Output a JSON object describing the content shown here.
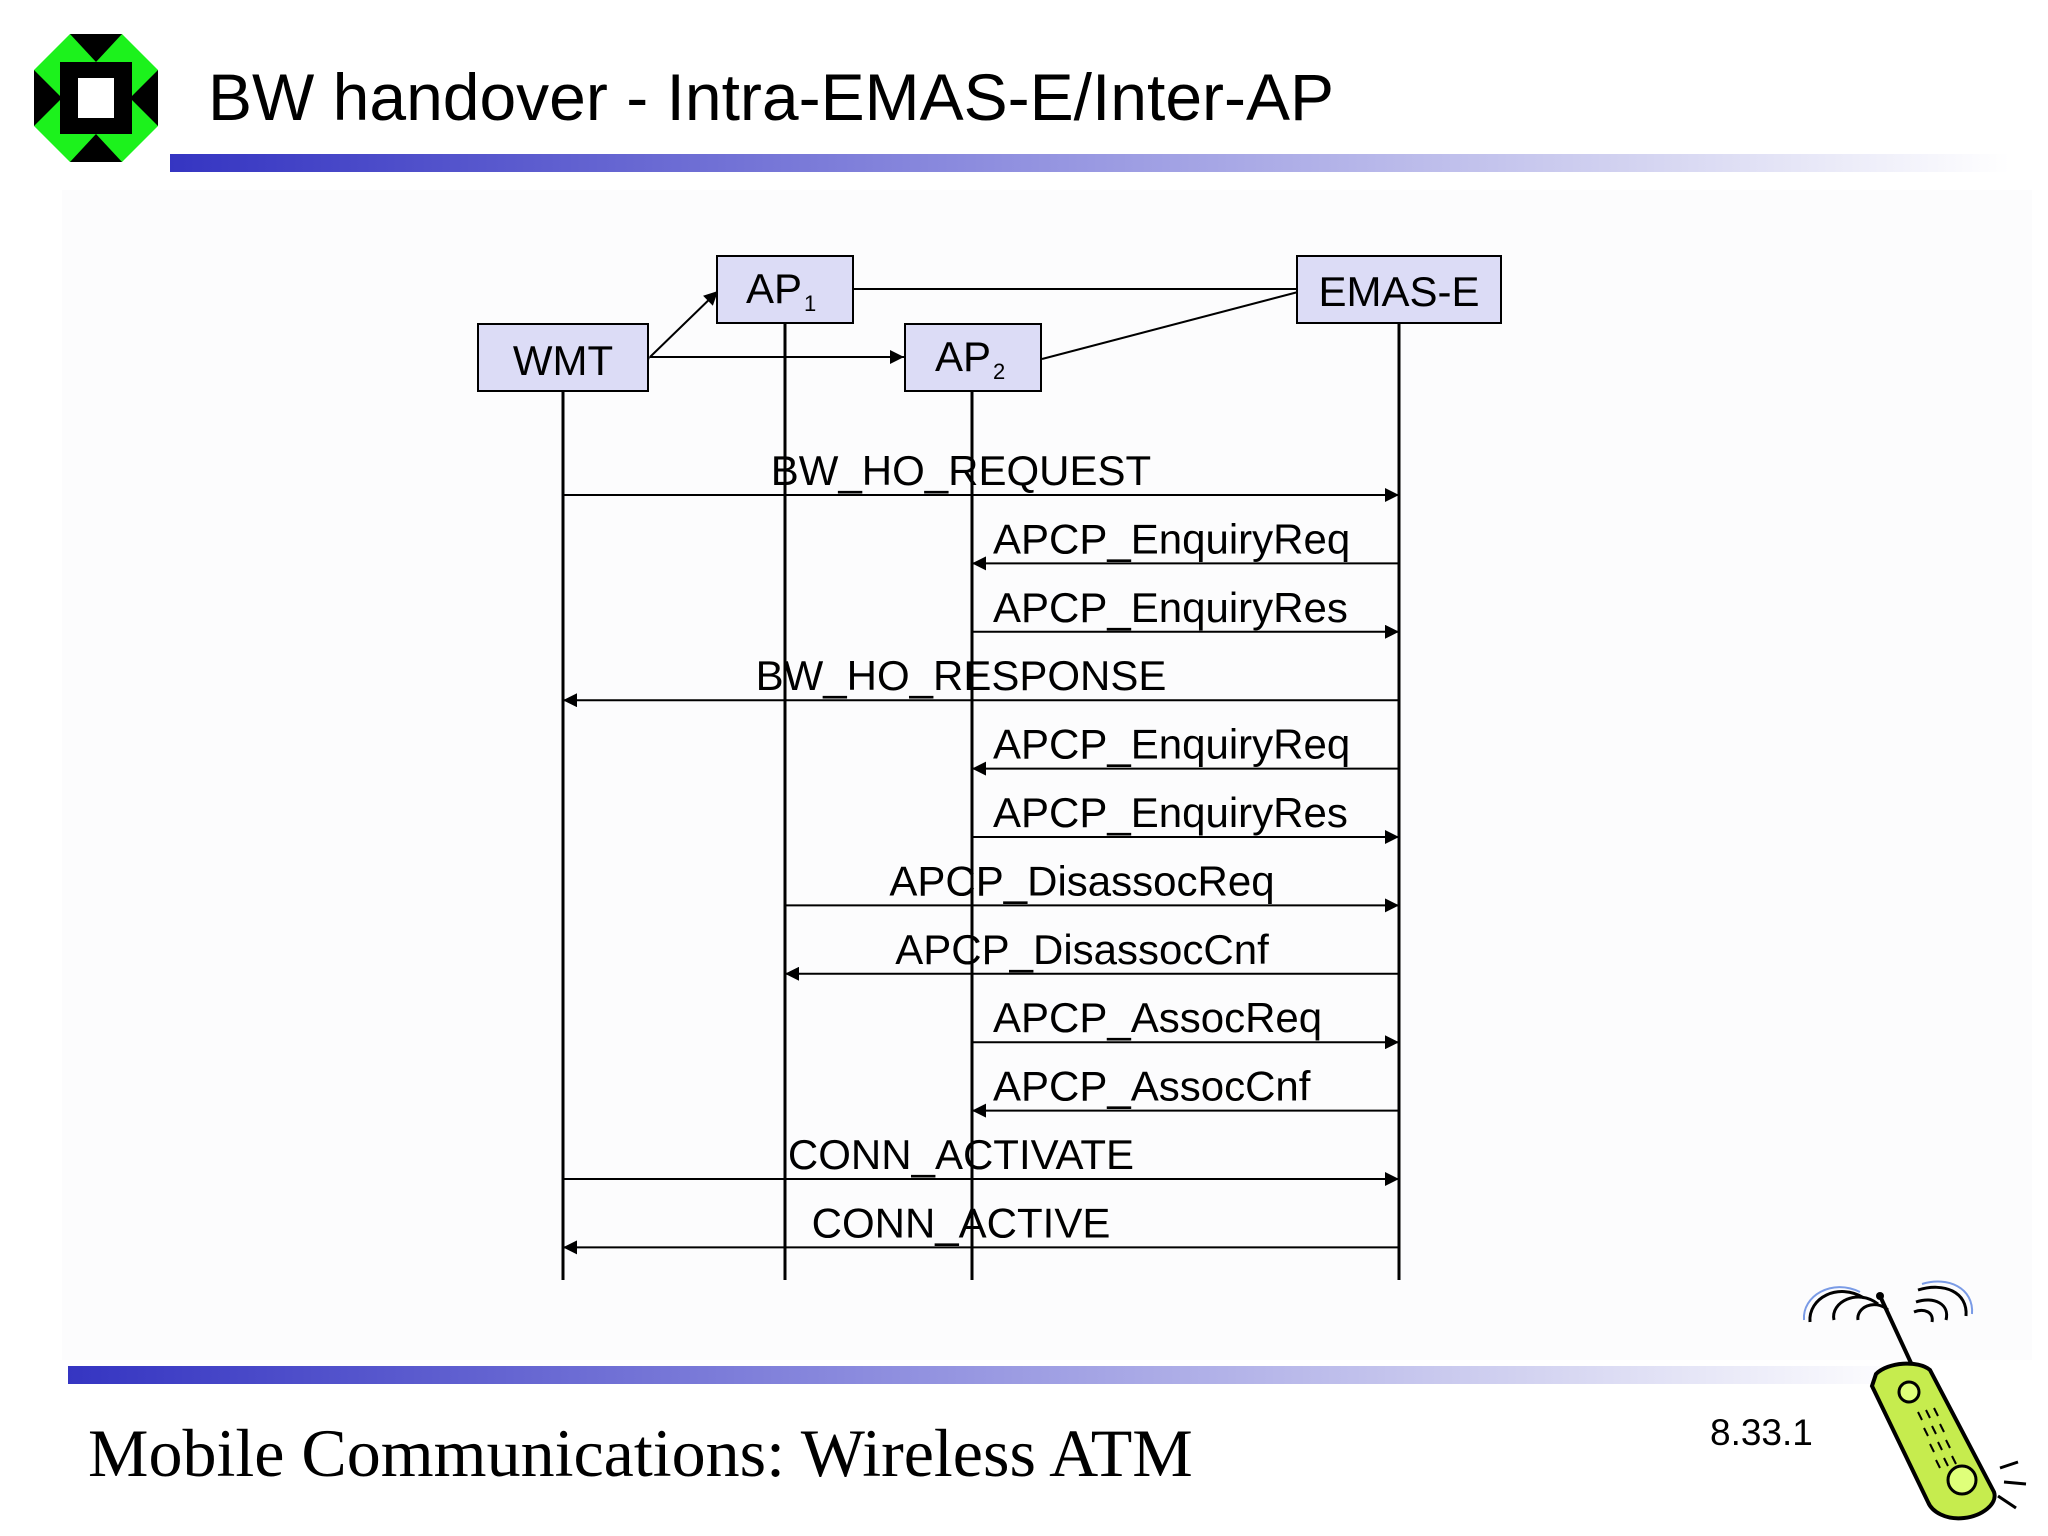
{
  "slide": {
    "title": "BW handover - Intra-EMAS-E/Inter-AP",
    "footer": "Mobile Communications: Wireless ATM",
    "number": "8.33.1"
  },
  "entities": {
    "wmt": "WMT",
    "ap1": "AP",
    "ap1_sub": "1",
    "ap2": "AP",
    "ap2_sub": "2",
    "emas": "EMAS-E"
  },
  "messages": [
    {
      "label": "BW_HO_REQUEST",
      "from": "WMT",
      "to": "EMAS-E"
    },
    {
      "label": "APCP_EnquiryReq",
      "from": "EMAS-E",
      "to": "AP2"
    },
    {
      "label": "APCP_EnquiryRes",
      "from": "AP2",
      "to": "EMAS-E"
    },
    {
      "label": "BW_HO_RESPONSE",
      "from": "EMAS-E",
      "to": "WMT"
    },
    {
      "label": "APCP_EnquiryReq",
      "from": "EMAS-E",
      "to": "AP2"
    },
    {
      "label": "APCP_EnquiryRes",
      "from": "AP2",
      "to": "EMAS-E"
    },
    {
      "label": "APCP_DisassocReq",
      "from": "AP1",
      "to": "EMAS-E"
    },
    {
      "label": "APCP_DisassocCnf",
      "from": "EMAS-E",
      "to": "AP1"
    },
    {
      "label": "APCP_AssocReq",
      "from": "AP2",
      "to": "EMAS-E"
    },
    {
      "label": "APCP_AssocCnf",
      "from": "EMAS-E",
      "to": "AP2"
    },
    {
      "label": "CONN_ACTIVATE",
      "from": "WMT",
      "to": "EMAS-E"
    },
    {
      "label": "CONN_ACTIVE",
      "from": "EMAS-E",
      "to": "WMT"
    }
  ],
  "colors": {
    "box_fill": "#dcdcf6",
    "logo_green": "#1cf21c",
    "bar_blue": "#3535c2",
    "phone_green": "#c6ec4e"
  },
  "icons": [
    "university-logo-icon",
    "mobile-phone-icon"
  ]
}
